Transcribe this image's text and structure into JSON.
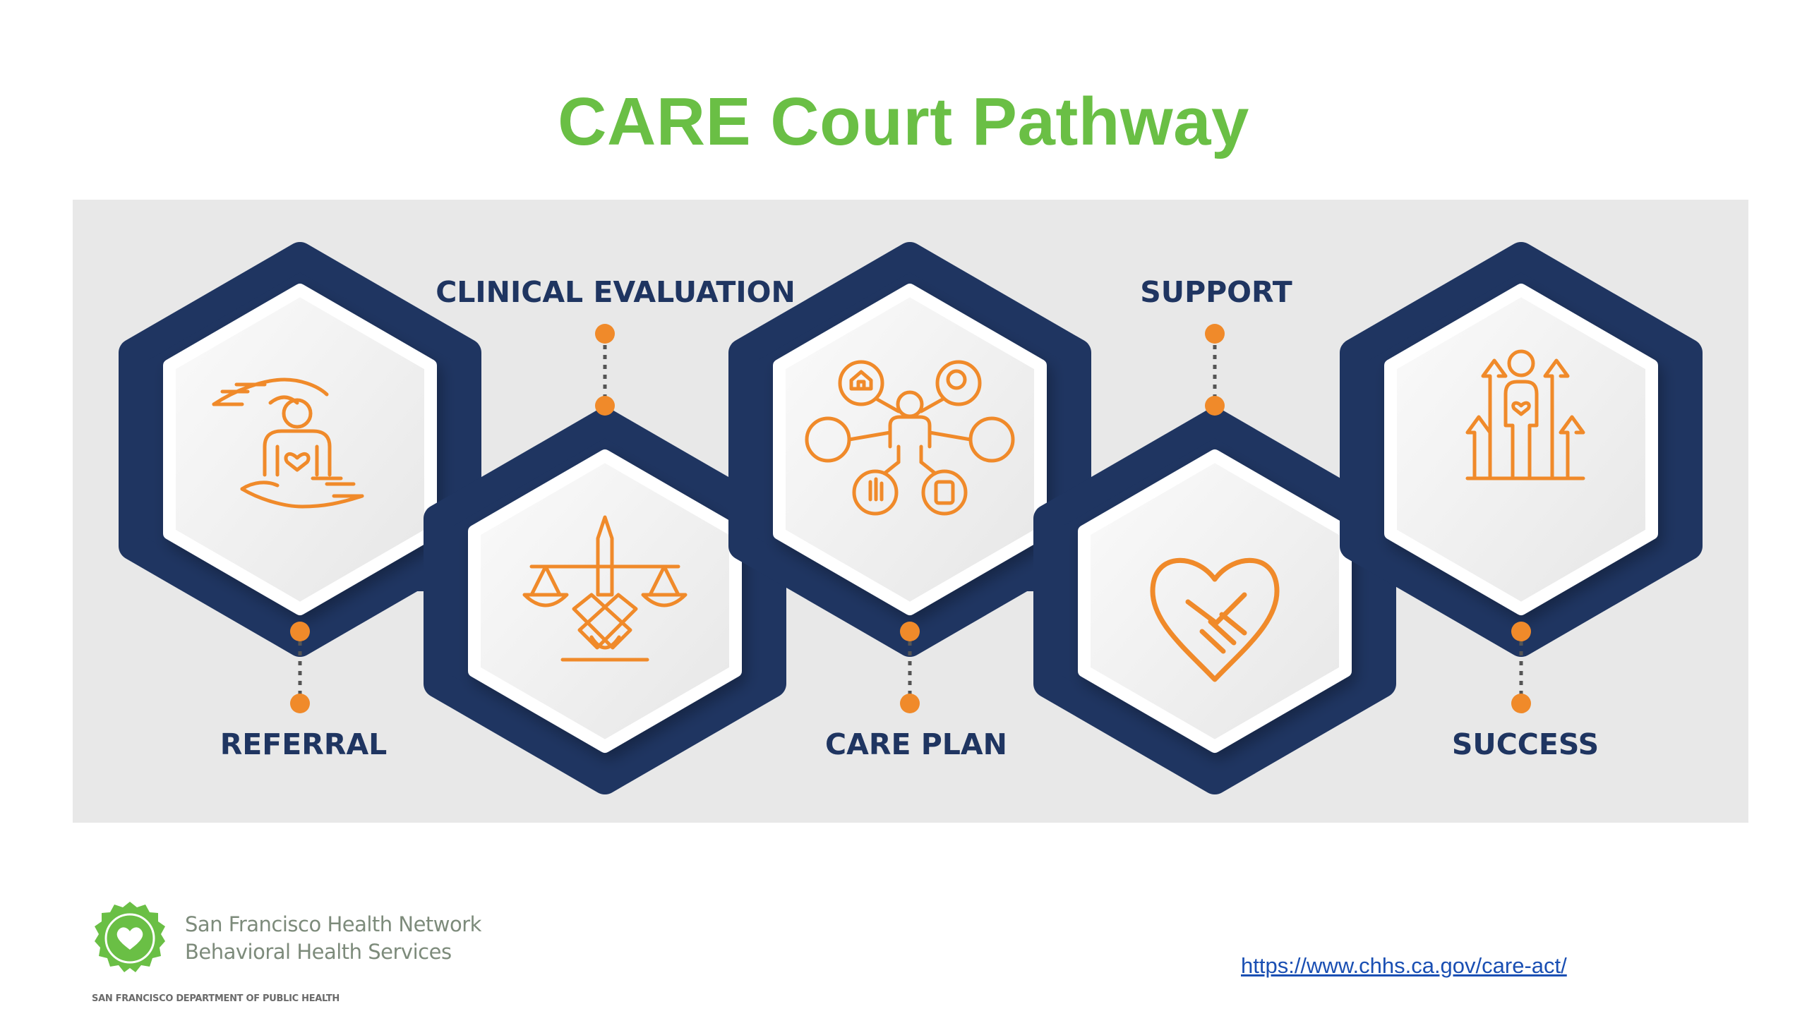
{
  "title": "CARE Court Pathway",
  "steps": [
    {
      "label": "REFERRAL",
      "icon": "protective-hands-icon"
    },
    {
      "label": "CLINICAL EVALUATION",
      "icon": "scales-handshake-icon"
    },
    {
      "label": "CARE PLAN",
      "icon": "care-network-icon"
    },
    {
      "label": "SUPPORT",
      "icon": "heart-handshake-icon"
    },
    {
      "label": "SUCCESS",
      "icon": "person-growth-arrows-icon"
    }
  ],
  "footer": {
    "org_line1": "San Francisco Health Network",
    "org_line2": "Behavioral Health Services",
    "dept": "SAN FRANCISCO DEPARTMENT OF PUBLIC HEALTH",
    "logo_icon": "heart-seal-icon",
    "link": "https://www.chhs.ca.gov/care-act/"
  },
  "colors": {
    "title": "#6abf45",
    "navy": "#1f3561",
    "orange": "#f08a2a",
    "band": "#e8e8e8"
  }
}
